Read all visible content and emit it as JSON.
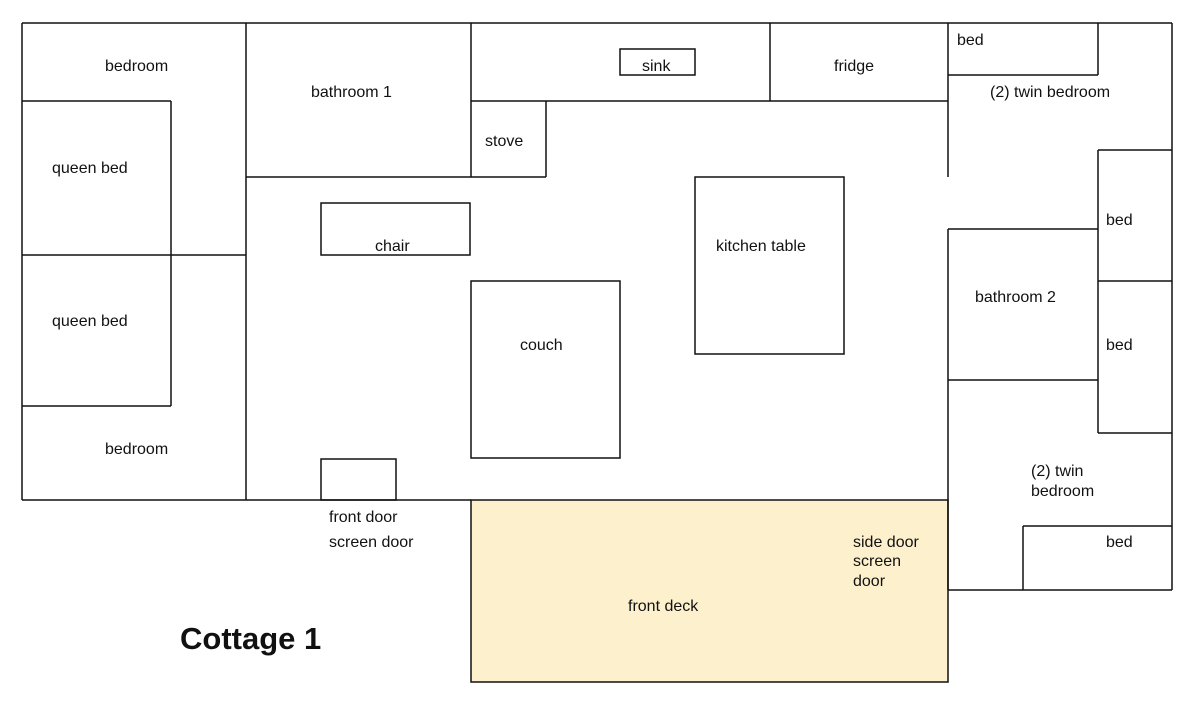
{
  "colors": {
    "deck_fill": "#fdf0cc",
    "line": "#111111",
    "background": "#ffffff"
  },
  "plan": {
    "title": "Cottage 1",
    "rooms": {
      "bedroom_top": "bedroom",
      "bedroom_bottom": "bedroom",
      "bathroom_1": "bathroom 1",
      "bathroom_2": "bathroom 2",
      "twin_bedroom_top": "(2) twin bedroom",
      "twin_bedroom_bottom_line1": "(2) twin",
      "twin_bedroom_bottom_line2": "bedroom",
      "front_deck": "front deck"
    },
    "furniture": {
      "queen_bed_top": "queen bed",
      "queen_bed_bottom": "queen bed",
      "sink": "sink",
      "fridge": "fridge",
      "stove": "stove",
      "chair": "chair",
      "couch": "couch",
      "kitchen_table": "kitchen table",
      "bed_top_right": "bed",
      "bed_right_1": "bed",
      "bed_right_2": "bed",
      "bed_bottom_right": "bed"
    },
    "doors": {
      "front_door": "front door",
      "screen_door": "screen door",
      "side_door_line1": "side door",
      "side_door_line2": "screen",
      "side_door_line3": "door"
    }
  }
}
